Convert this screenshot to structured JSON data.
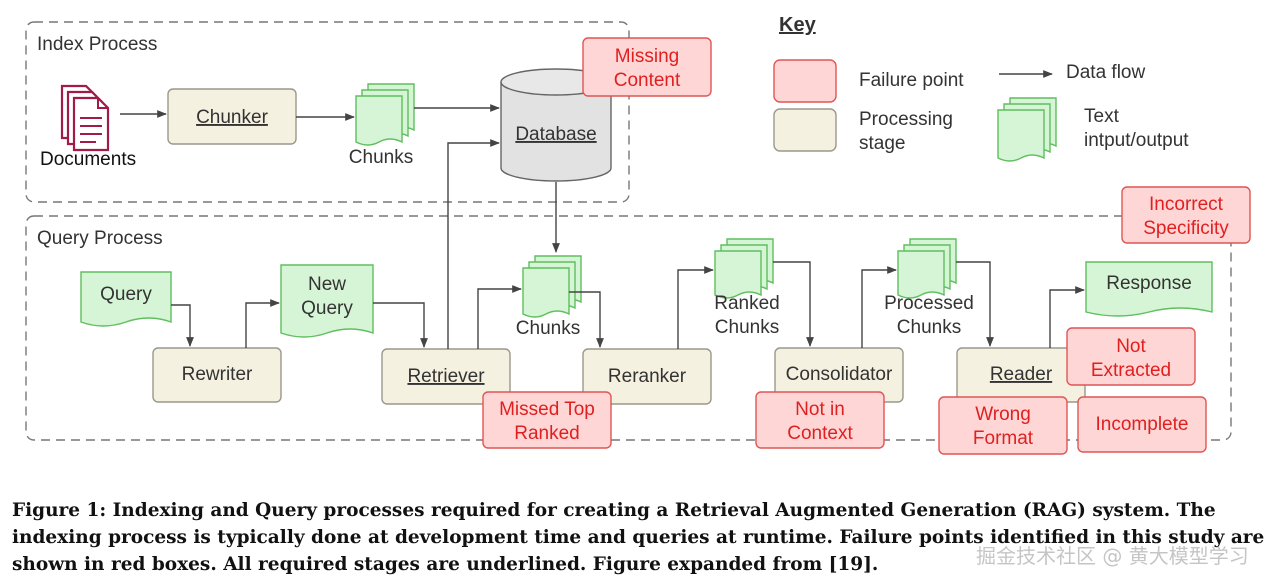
{
  "groups": {
    "index_process": "Index Process",
    "query_process": "Query Process"
  },
  "key": {
    "title": "Key",
    "failure_point": "Failure point",
    "processing_stage": [
      "Processing",
      "stage"
    ],
    "data_flow": "Data flow",
    "text_io": [
      "Text",
      "intput/output"
    ]
  },
  "index": {
    "documents": "Documents",
    "chunker": "Chunker",
    "chunks": "Chunks",
    "database": "Database"
  },
  "query": {
    "query": "Query",
    "rewriter": "Rewriter",
    "new_query": [
      "New",
      "Query"
    ],
    "retriever": "Retriever",
    "chunks": "Chunks",
    "reranker": "Reranker",
    "ranked_chunks": [
      "Ranked",
      "Chunks"
    ],
    "consolidator": "Consolidator",
    "processed_chunks": [
      "Processed",
      "Chunks"
    ],
    "reader": "Reader",
    "response": "Response"
  },
  "failures": {
    "missing_content": [
      "Missing",
      "Content"
    ],
    "missed_top_ranked": [
      "Missed Top",
      "Ranked"
    ],
    "not_in_context": [
      "Not in",
      "Context"
    ],
    "incorrect_specificity": [
      "Incorrect",
      "Specificity"
    ],
    "not_extracted": [
      "Not",
      "Extracted"
    ],
    "wrong_format": [
      "Wrong",
      "Format"
    ],
    "incomplete": "Incomplete"
  },
  "caption": "Figure 1: Indexing and Query processes required for creating a Retrieval Augmented Generation (RAG) system. The indexing process is typically done at development time and queries at runtime. Failure points identified in this study are shown in red boxes. All required stages are underlined. Figure expanded from [19].",
  "watermark": "掘金技术社区 @ 黄大模型学习",
  "colors": {
    "failure_fill": "#ffd6d6",
    "failure_stroke": "#e05555",
    "failure_text": "#e02020",
    "stage_fill": "#f5f1e1",
    "stage_stroke": "#9a978c",
    "text_fill": "#d6f5d6",
    "text_stroke": "#5fbf5f",
    "document_icon": "#a01b4a",
    "line": "#555555"
  }
}
